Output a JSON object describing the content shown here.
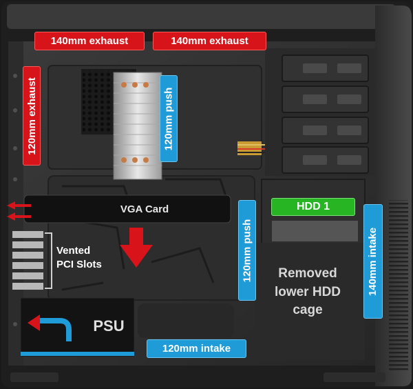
{
  "labels": {
    "top_exhaust_left": "140mm exhaust",
    "top_exhaust_right": "140mm exhaust",
    "rear_exhaust": "120mm exhaust",
    "cpu_push": "120mm push",
    "vga_card": "VGA Card",
    "vented_pci_line1": "Vented",
    "vented_pci_line2": "PCI Slots",
    "mid_push": "120mm push",
    "hdd1": "HDD 1",
    "removed_cage_line1": "Removed",
    "removed_cage_line2": "lower HDD",
    "removed_cage_line3": "cage",
    "front_intake": "140mm intake",
    "bottom_intake": "120mm intake",
    "psu": "PSU"
  },
  "colors": {
    "exhaust": "#d7141a",
    "push_intake": "#1f9bd7",
    "hdd": "#27b523",
    "airflow_arrow": "#d8141a"
  }
}
